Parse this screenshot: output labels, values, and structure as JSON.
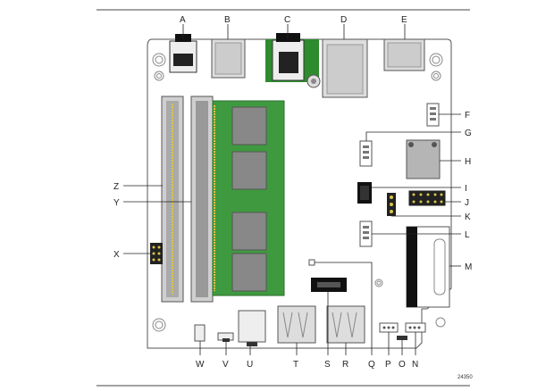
{
  "figure": {
    "callouts_top": [
      "A",
      "B",
      "C",
      "D",
      "E"
    ],
    "callouts_right": [
      "F",
      "G",
      "H",
      "I",
      "J",
      "K",
      "L",
      "M"
    ],
    "callouts_bottom": [
      "N",
      "O",
      "P",
      "Q",
      "R",
      "S",
      "T",
      "U",
      "V",
      "W"
    ],
    "callouts_left": [
      "X",
      "Y",
      "Z"
    ],
    "figure_number": "24350"
  }
}
